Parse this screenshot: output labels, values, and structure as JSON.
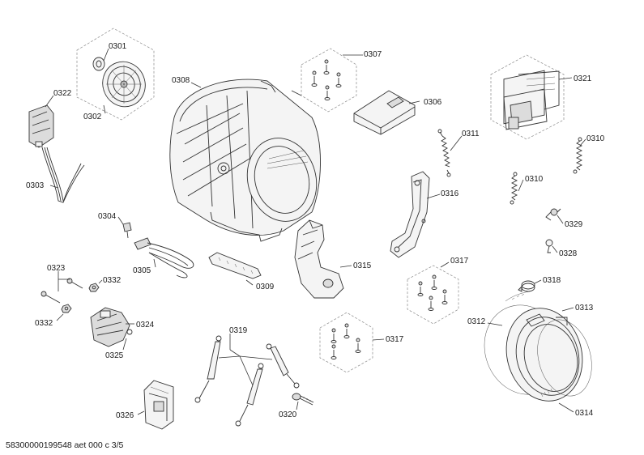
{
  "labels": {
    "p0301": "0301",
    "p0302": "0302",
    "p0303": "0303",
    "p0304": "0304",
    "p0305": "0305",
    "p0306": "0306",
    "p0307": "0307",
    "p0308": "0308",
    "p0309": "0309",
    "p0310a": "0310",
    "p0310b": "0310",
    "p0311": "0311",
    "p0312": "0312",
    "p0313": "0313",
    "p0314": "0314",
    "p0315": "0315",
    "p0316": "0316",
    "p0317a": "0317",
    "p0317b": "0317",
    "p0318": "0318",
    "p0319": "0319",
    "p0320": "0320",
    "p0321": "0321",
    "p0322": "0322",
    "p0323": "0323",
    "p0324": "0324",
    "p0325": "0325",
    "p0326": "0326",
    "p0328": "0328",
    "p0329": "0329",
    "p0332a": "0332",
    "p0332b": "0332"
  },
  "footer": "58300000199548 aet 000 c 3/5"
}
